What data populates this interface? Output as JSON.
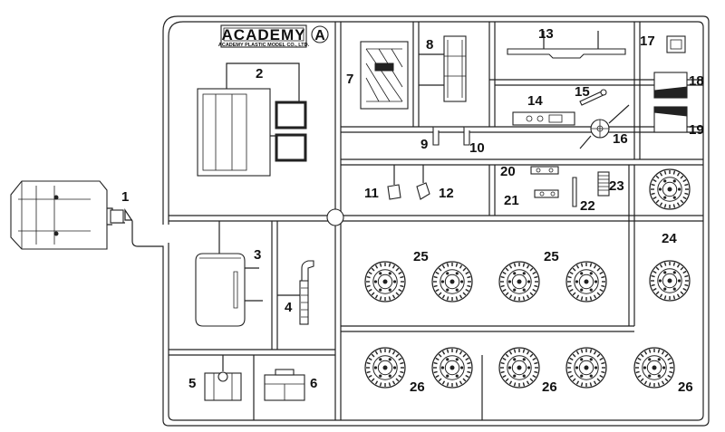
{
  "logo": {
    "brand": "ACADEMY",
    "company": "ACADEMY PLASTIC MODEL CO., LTD.",
    "sprue_letter": "A"
  },
  "part_numbers": {
    "p1": "1",
    "p2": "2",
    "p3": "3",
    "p4": "4",
    "p5": "5",
    "p6": "6",
    "p7": "7",
    "p8": "8",
    "p9": "9",
    "p10": "10",
    "p11": "11",
    "p12": "12",
    "p13": "13",
    "p14": "14",
    "p15": "15",
    "p16": "16",
    "p17": "17",
    "p18": "18",
    "p19": "19",
    "p20": "20",
    "p21": "21",
    "p22": "22",
    "p23": "23",
    "p24": "24",
    "p25a": "25",
    "p25b": "25",
    "p26a": "26",
    "p26b": "26",
    "p26c": "26"
  }
}
